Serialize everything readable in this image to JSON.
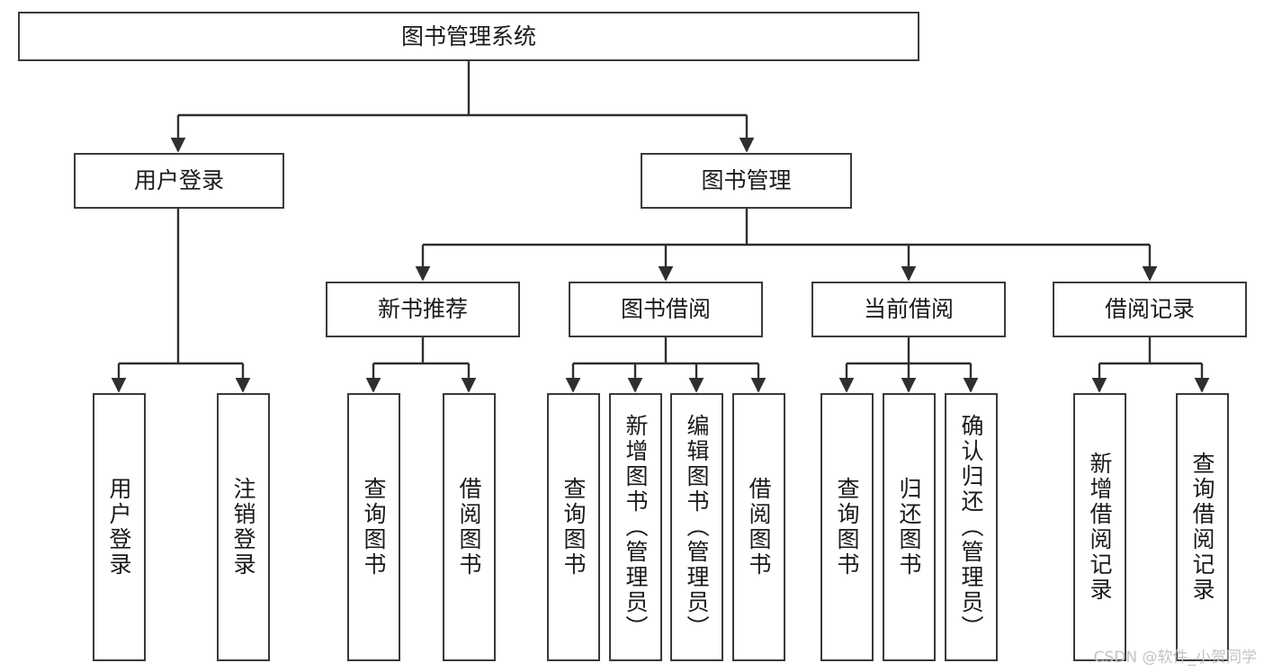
{
  "diagram": {
    "title": "图书管理系统",
    "type": "functional-structure-tree",
    "watermark": "CSDN @软件_小贺同学",
    "colors": {
      "background": "#ffffff",
      "border": "#3a3a3a",
      "text": "#1a1a1a",
      "edge": "#2f2f2f",
      "watermark": "#c3c3c3"
    },
    "nodes": {
      "root": {
        "label": "图书管理系统"
      },
      "level2": [
        {
          "label": "用户登录"
        },
        {
          "label": "图书管理"
        }
      ],
      "level3": [
        {
          "label": "新书推荐"
        },
        {
          "label": "图书借阅"
        },
        {
          "label": "当前借阅"
        },
        {
          "label": "借阅记录"
        }
      ],
      "leaves": {
        "user_login": [
          {
            "label": "用户登录"
          },
          {
            "label": "注销登录"
          }
        ],
        "new_book_recommend": [
          {
            "label": "查询图书"
          },
          {
            "label": "借阅图书"
          }
        ],
        "book_borrow": [
          {
            "label": "查询图书"
          },
          {
            "label": "新增图书（管理员）"
          },
          {
            "label": "编辑图书（管理员）"
          },
          {
            "label": "借阅图书"
          }
        ],
        "current_borrow": [
          {
            "label": "查询图书"
          },
          {
            "label": "归还图书"
          },
          {
            "label": "确认归还（管理员）"
          }
        ],
        "borrow_record": [
          {
            "label": "新增借阅记录"
          },
          {
            "label": "查询借阅记录"
          }
        ]
      }
    }
  }
}
